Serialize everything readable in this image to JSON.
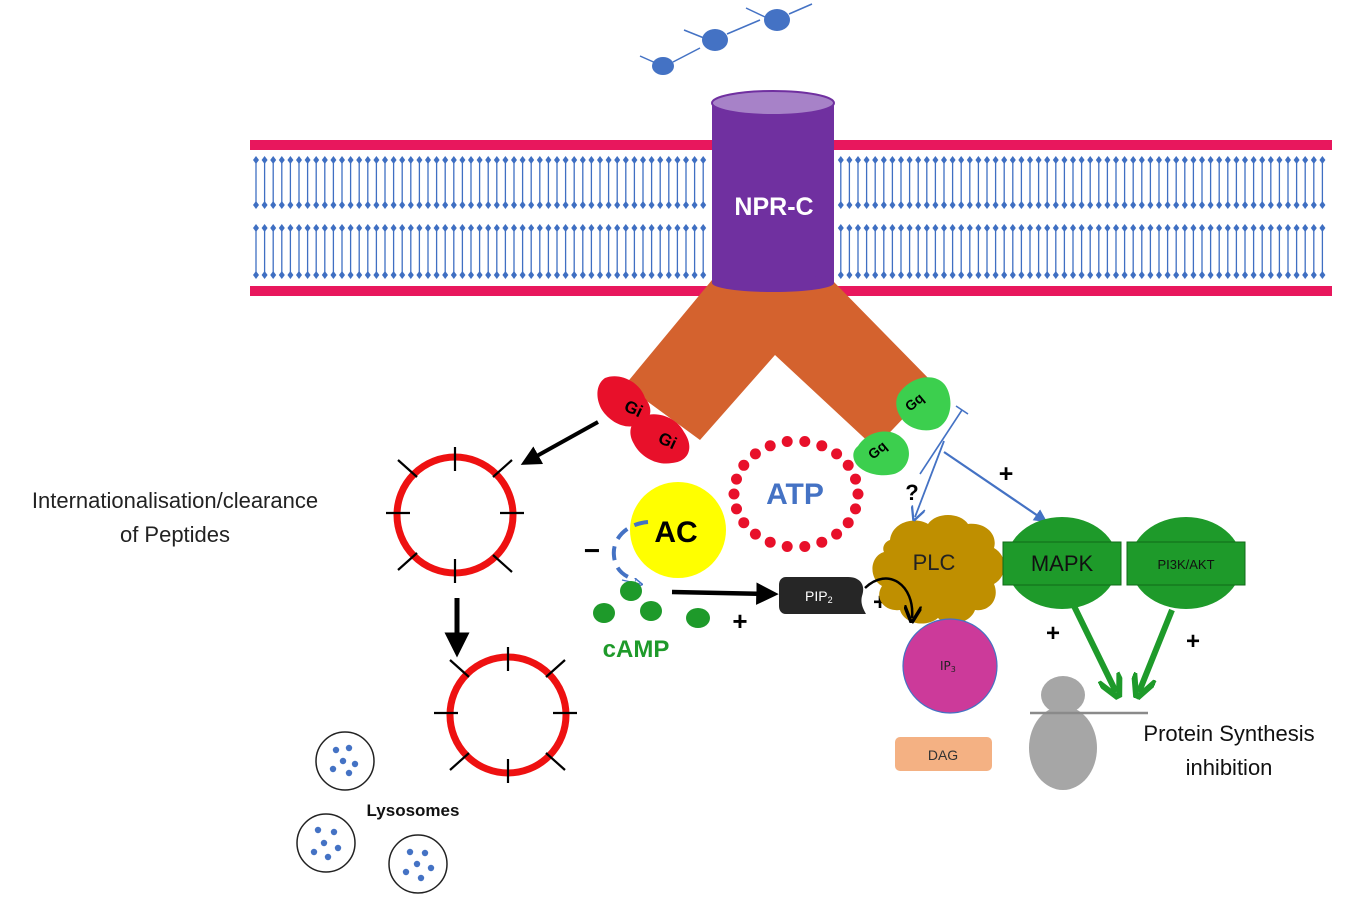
{
  "receptor": {
    "label": "NPR-C"
  },
  "g_proteins": {
    "gi_1": "Gi",
    "gi_2": "Gi",
    "gq_1": "Gq",
    "gq_2": "Gq"
  },
  "internalisation": {
    "line1": "Internationalisation/clearance",
    "line2": "of Peptides"
  },
  "lysosomes": {
    "label": "Lysosomes"
  },
  "molecules": {
    "ac": "AC",
    "atp": "ATP",
    "camp": "cAMP",
    "pip2": "PIP",
    "pip2_sub": "2",
    "plc": "PLC",
    "ip3": "IP",
    "ip3_sub": "3",
    "dag": "DAG",
    "mapk": "MAPK",
    "pi3k": "PI3K/AKT"
  },
  "signs": {
    "minus_ac": "−",
    "plus_camp": "+",
    "plus_pip2": "+",
    "plus_mapk_arrow": "+",
    "question": "?",
    "plus_mapk_left": "+",
    "plus_pi3k_right": "+"
  },
  "outcome": {
    "line1": "Protein Synthesis",
    "line2": "inhibition"
  },
  "colors": {
    "membrane_edge": "#e8175d",
    "lipid": "#3f6fc2",
    "receptor": "#7030a0",
    "receptor_top": "#a782c8",
    "arms": "#d4622e",
    "gi": "#e8102a",
    "gq": "#3ccf4e",
    "vesicle": "#ee1111",
    "ac": "#ffff00",
    "atp_dots": "#e8102a",
    "atp_text": "#4472c4",
    "camp": "#1e9a2a",
    "pip2": "#262626",
    "plc": "#bf8f00",
    "ip3": "#cc3a9a",
    "dag": "#f4b183",
    "kinase": "#1e9a2a",
    "ribosome": "#a6a6a6",
    "peptide": "#4472c4"
  }
}
